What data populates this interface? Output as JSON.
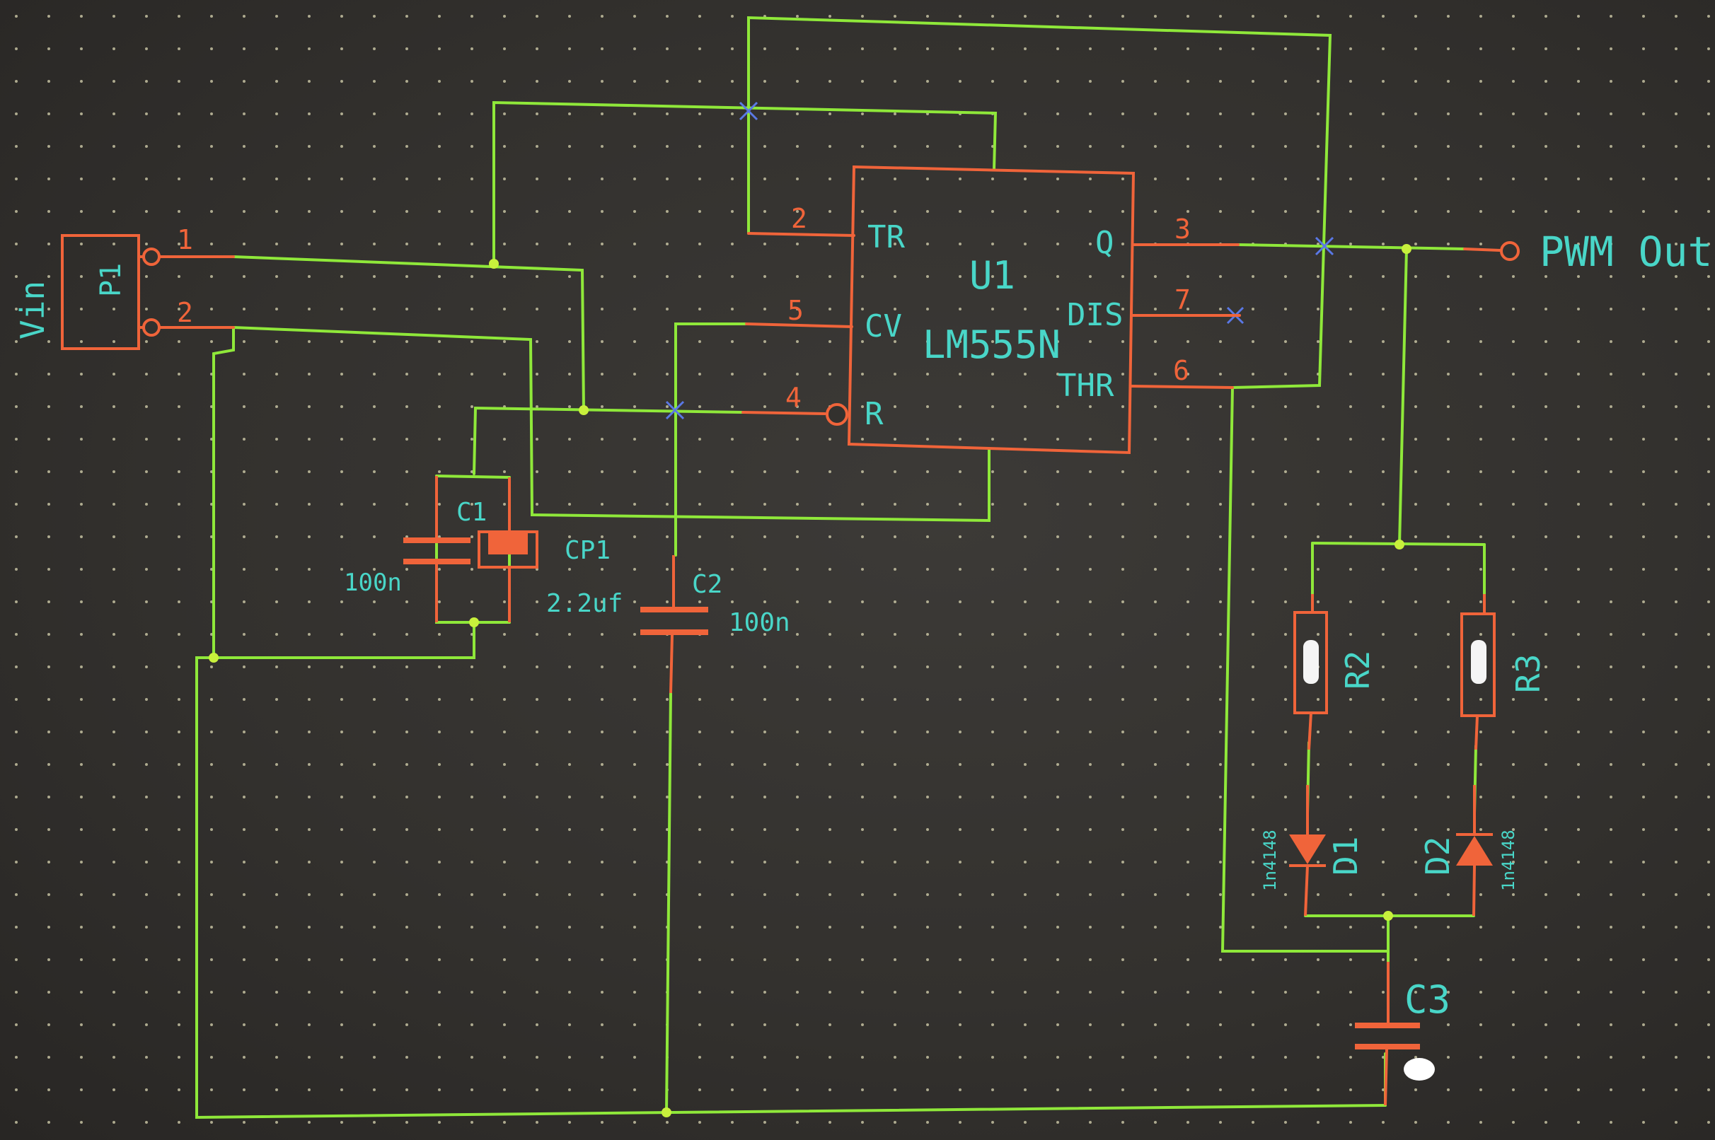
{
  "power_connector": {
    "ref": "P1",
    "net_label": "Vin",
    "pins": [
      "1",
      "2"
    ]
  },
  "ic": {
    "ref": "U1",
    "value": "LM555N",
    "pins": [
      {
        "num": "2",
        "name": "TR"
      },
      {
        "num": "5",
        "name": "CV"
      },
      {
        "num": "4",
        "name": "R"
      },
      {
        "num": "3",
        "name": "Q"
      },
      {
        "num": "7",
        "name": "DIS"
      },
      {
        "num": "6",
        "name": "THR"
      }
    ]
  },
  "capacitors": [
    {
      "ref": "C1",
      "value": "100n"
    },
    {
      "ref": "CP1",
      "value": "2.2uf"
    },
    {
      "ref": "C2",
      "value": "100n"
    },
    {
      "ref": "C3",
      "value": ""
    }
  ],
  "resistors": [
    {
      "ref": "R2"
    },
    {
      "ref": "R3"
    }
  ],
  "diodes": [
    {
      "ref": "D1",
      "value": "1n4148"
    },
    {
      "ref": "D2",
      "value": "1n4148"
    }
  ],
  "output_label": "PWM Out",
  "colors": {
    "wire": "#8fe83a",
    "component": "#f0643a",
    "label": "#49d6c8",
    "background": "#33312e",
    "no_connect": "#5a78e6"
  }
}
